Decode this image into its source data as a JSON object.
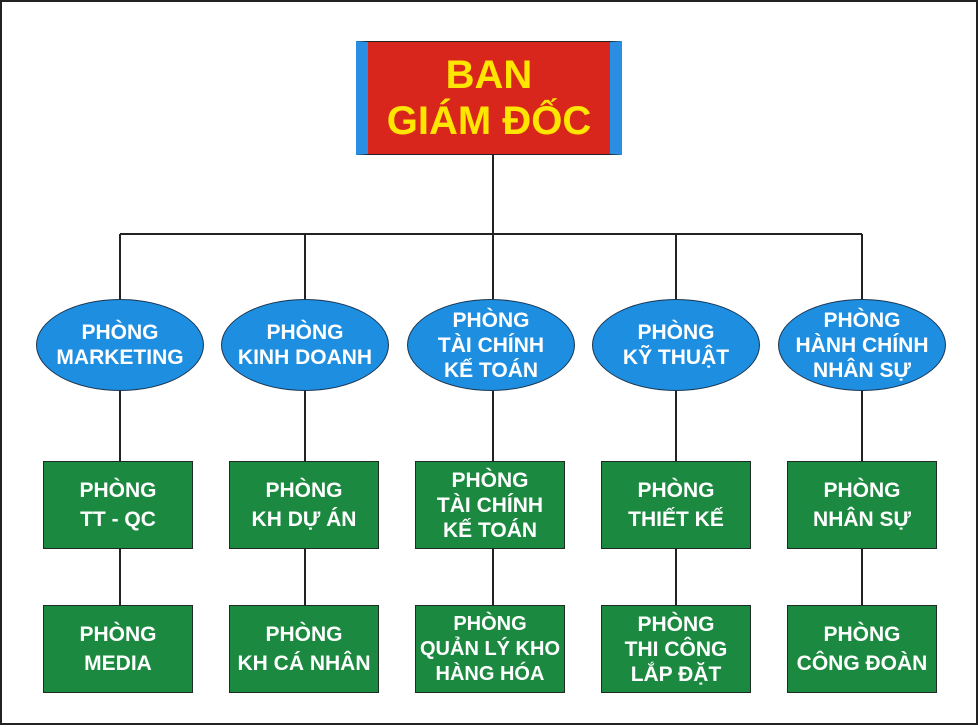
{
  "director": {
    "line1": "BAN",
    "line2": "GIÁM ĐỐC"
  },
  "departments": [
    {
      "lines": [
        "PHÒNG",
        "MARKETING"
      ]
    },
    {
      "lines": [
        "PHÒNG",
        "KINH DOANH"
      ]
    },
    {
      "lines": [
        "PHÒNG",
        "TÀI CHÍNH",
        "KẾ TOÁN"
      ]
    },
    {
      "lines": [
        "PHÒNG",
        "KỸ THUẬT"
      ]
    },
    {
      "lines": [
        "PHÒNG",
        "HÀNH CHÍNH",
        "NHÂN SỰ"
      ]
    }
  ],
  "sub_units": [
    {
      "lines": [
        "PHÒNG",
        "TT - QC"
      ]
    },
    {
      "lines": [
        "PHÒNG",
        "KH DỰ ÁN"
      ]
    },
    {
      "lines": [
        "PHÒNG",
        "TÀI CHÍNH",
        "KẾ TOÁN"
      ]
    },
    {
      "lines": [
        "PHÒNG",
        "THIẾT KẾ"
      ]
    },
    {
      "lines": [
        "PHÒNG",
        "NHÂN SỰ"
      ]
    }
  ],
  "sub_units_2": [
    {
      "lines": [
        "PHÒNG",
        "MEDIA"
      ]
    },
    {
      "lines": [
        "PHÒNG",
        "KH CÁ NHÂN"
      ]
    },
    {
      "lines": [
        "PHÒNG",
        "QUẢN LÝ KHO",
        "HÀNG HÓA"
      ]
    },
    {
      "lines": [
        "PHÒNG",
        "THI CÔNG",
        "LẮP ĐẶT"
      ]
    },
    {
      "lines": [
        "PHÒNG",
        "CÔNG ĐOÀN"
      ]
    }
  ],
  "colors": {
    "director_fill": "#d9261c",
    "director_side": "#2a8ee2",
    "director_text": "#ffe600",
    "department_fill": "#1e8ee0",
    "sub_fill": "#1b8a40",
    "text": "#ffffff"
  }
}
